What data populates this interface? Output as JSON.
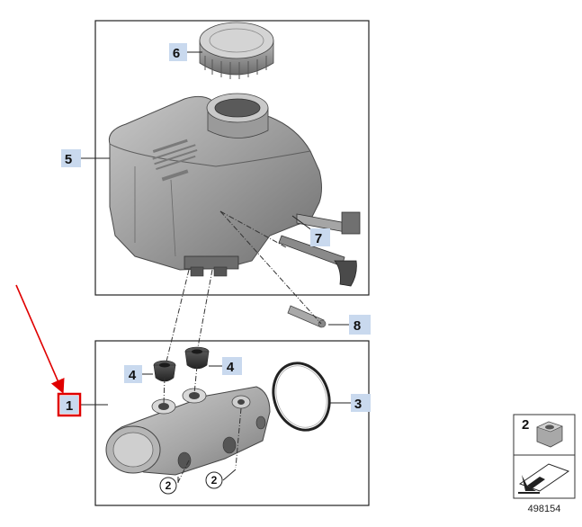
{
  "callouts": {
    "c1": "1",
    "c2a": "2",
    "c2b": "2",
    "c3": "3",
    "c4a": "4",
    "c4b": "4",
    "c5": "5",
    "c6": "6",
    "c7": "7",
    "c8": "8"
  },
  "legend": {
    "part_number": "2",
    "diagram_code": "498154"
  },
  "colors": {
    "callout_bg": "#c9d9ee",
    "highlight_box": "#e00000",
    "arrow": "#e00000",
    "frame": "#222222",
    "part_grey": "#9a9a9a"
  }
}
